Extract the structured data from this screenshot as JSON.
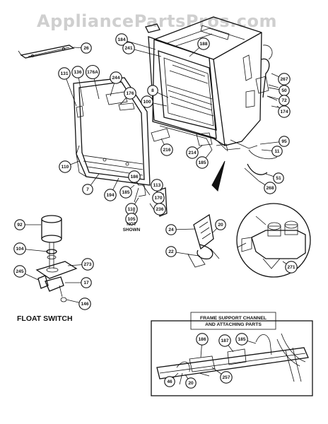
{
  "watermark": "AppliancePartsPros.com",
  "captions": {
    "not_shown_1": "NOT",
    "not_shown_2": "SHOWN",
    "float_switch": "FLOAT SWITCH",
    "frame_1": "FRAME SUPPORT CHANNEL",
    "frame_2": "AND ATTACHING PARTS"
  },
  "callouts": [
    {
      "id": "c26",
      "text": "26"
    },
    {
      "id": "c131",
      "text": "131"
    },
    {
      "id": "c136",
      "text": "136"
    },
    {
      "id": "c176a",
      "text": "176A"
    },
    {
      "id": "c244",
      "text": "244"
    },
    {
      "id": "c184",
      "text": "184"
    },
    {
      "id": "c241",
      "text": "241"
    },
    {
      "id": "c188",
      "text": "188"
    },
    {
      "id": "c267",
      "text": "267"
    },
    {
      "id": "c50",
      "text": "50"
    },
    {
      "id": "c72",
      "text": "72"
    },
    {
      "id": "c174",
      "text": "174"
    },
    {
      "id": "c176",
      "text": "176"
    },
    {
      "id": "c8",
      "text": "8"
    },
    {
      "id": "c100",
      "text": "100"
    },
    {
      "id": "c95",
      "text": "95"
    },
    {
      "id": "c11",
      "text": "11"
    },
    {
      "id": "c216",
      "text": "216"
    },
    {
      "id": "c214",
      "text": "214"
    },
    {
      "id": "c185a",
      "text": "185"
    },
    {
      "id": "c110a",
      "text": "110"
    },
    {
      "id": "c7",
      "text": "7"
    },
    {
      "id": "c194",
      "text": "194"
    },
    {
      "id": "c185b",
      "text": "185"
    },
    {
      "id": "c186",
      "text": "186"
    },
    {
      "id": "c110b",
      "text": "110"
    },
    {
      "id": "c105",
      "text": "105"
    },
    {
      "id": "c113",
      "text": "113"
    },
    {
      "id": "c170",
      "text": "170"
    },
    {
      "id": "c236",
      "text": "236"
    },
    {
      "id": "c51",
      "text": "51"
    },
    {
      "id": "c268",
      "text": "268"
    },
    {
      "id": "c24",
      "text": "24"
    },
    {
      "id": "c20a",
      "text": "20"
    },
    {
      "id": "c22",
      "text": "22"
    },
    {
      "id": "c271",
      "text": "271"
    },
    {
      "id": "c92",
      "text": "92"
    },
    {
      "id": "c104",
      "text": "104"
    },
    {
      "id": "c273",
      "text": "273"
    },
    {
      "id": "c245",
      "text": "245"
    },
    {
      "id": "c17",
      "text": "17"
    },
    {
      "id": "c146",
      "text": "146"
    },
    {
      "id": "c186b",
      "text": "186"
    },
    {
      "id": "c187",
      "text": "187"
    },
    {
      "id": "c185c",
      "text": "185"
    },
    {
      "id": "c257",
      "text": "257"
    },
    {
      "id": "c46",
      "text": "46"
    },
    {
      "id": "c20b",
      "text": "20"
    }
  ]
}
